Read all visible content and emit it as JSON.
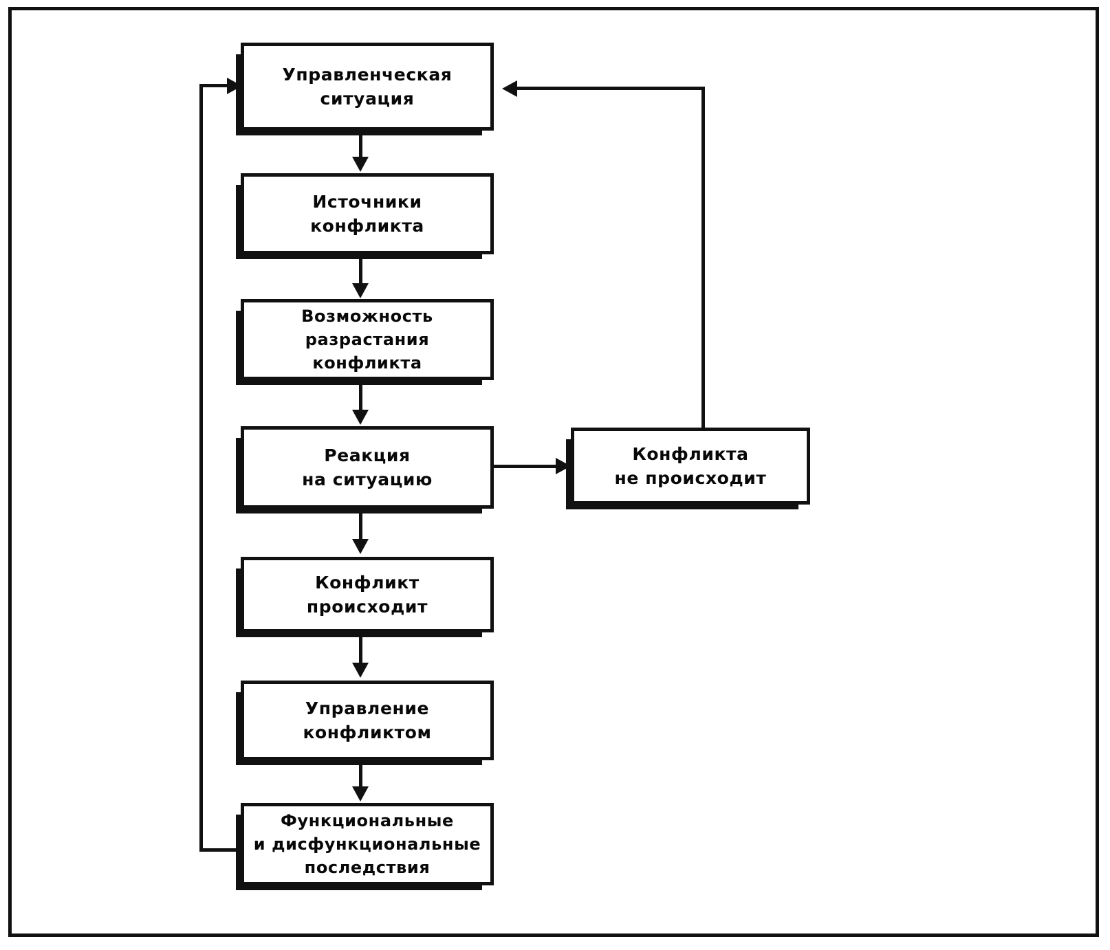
{
  "diagram": {
    "type": "flowchart",
    "language": "ru",
    "frame": {
      "style": "rectangular-border"
    },
    "colors": {
      "line": "#111111",
      "box_fill": "#ffffff",
      "text": "#080808"
    },
    "nodes": [
      {
        "id": "upravlencheskaya-situaciya",
        "label": "Управленческая\nситуация",
        "line1": "Управленческая",
        "line2": "ситуация",
        "line3": ""
      },
      {
        "id": "istochniki-konflikta",
        "label": "Источники\nконфликта",
        "line1": "Источники",
        "line2": "конфликта",
        "line3": ""
      },
      {
        "id": "vozmozhnost-razrastaniya",
        "label": "Возможность\nразрастания конфликта",
        "line1": "Возможность",
        "line2": "разрастания конфликта",
        "line3": ""
      },
      {
        "id": "reakciya-na-situaciyu",
        "label": "Реакция\nна ситуацию",
        "line1": "Реакция",
        "line2": "на ситуацию",
        "line3": ""
      },
      {
        "id": "konflikta-ne-proishodit",
        "label": "Конфликта\nне происходит",
        "line1": "Конфликта",
        "line2": "не происходит",
        "line3": ""
      },
      {
        "id": "konflikt-proishodit",
        "label": "Конфликт\nпроисходит",
        "line1": "Конфликт",
        "line2": "происходит",
        "line3": ""
      },
      {
        "id": "upravlenie-konfliktom",
        "label": "Управление\nконфликтом",
        "line1": "Управление",
        "line2": "конфликтом",
        "line3": ""
      },
      {
        "id": "posledstviya",
        "label": "Функциональные\nи дисфункциональные\nпоследствия",
        "line1": "Функциональные",
        "line2": "и дисфункциональные",
        "line3": "последствия"
      }
    ],
    "edges": [
      {
        "from": "upravlencheskaya-situaciya",
        "to": "istochniki-konflikta",
        "direction": "down"
      },
      {
        "from": "istochniki-konflikta",
        "to": "vozmozhnost-razrastaniya",
        "direction": "down"
      },
      {
        "from": "vozmozhnost-razrastaniya",
        "to": "reakciya-na-situaciyu",
        "direction": "down"
      },
      {
        "from": "reakciya-na-situaciyu",
        "to": "konflikta-ne-proishodit",
        "direction": "right"
      },
      {
        "from": "reakciya-na-situaciyu",
        "to": "konflikt-proishodit",
        "direction": "down"
      },
      {
        "from": "konflikt-proishodit",
        "to": "upravlenie-konfliktom",
        "direction": "down"
      },
      {
        "from": "upravlenie-konfliktom",
        "to": "posledstviya",
        "direction": "down"
      },
      {
        "from": "posledstviya",
        "to": "upravlencheskaya-situaciya",
        "direction": "feedback-left"
      },
      {
        "from": "konflikta-ne-proishodit",
        "to": "upravlencheskaya-situaciya",
        "direction": "feedback-right"
      }
    ]
  }
}
